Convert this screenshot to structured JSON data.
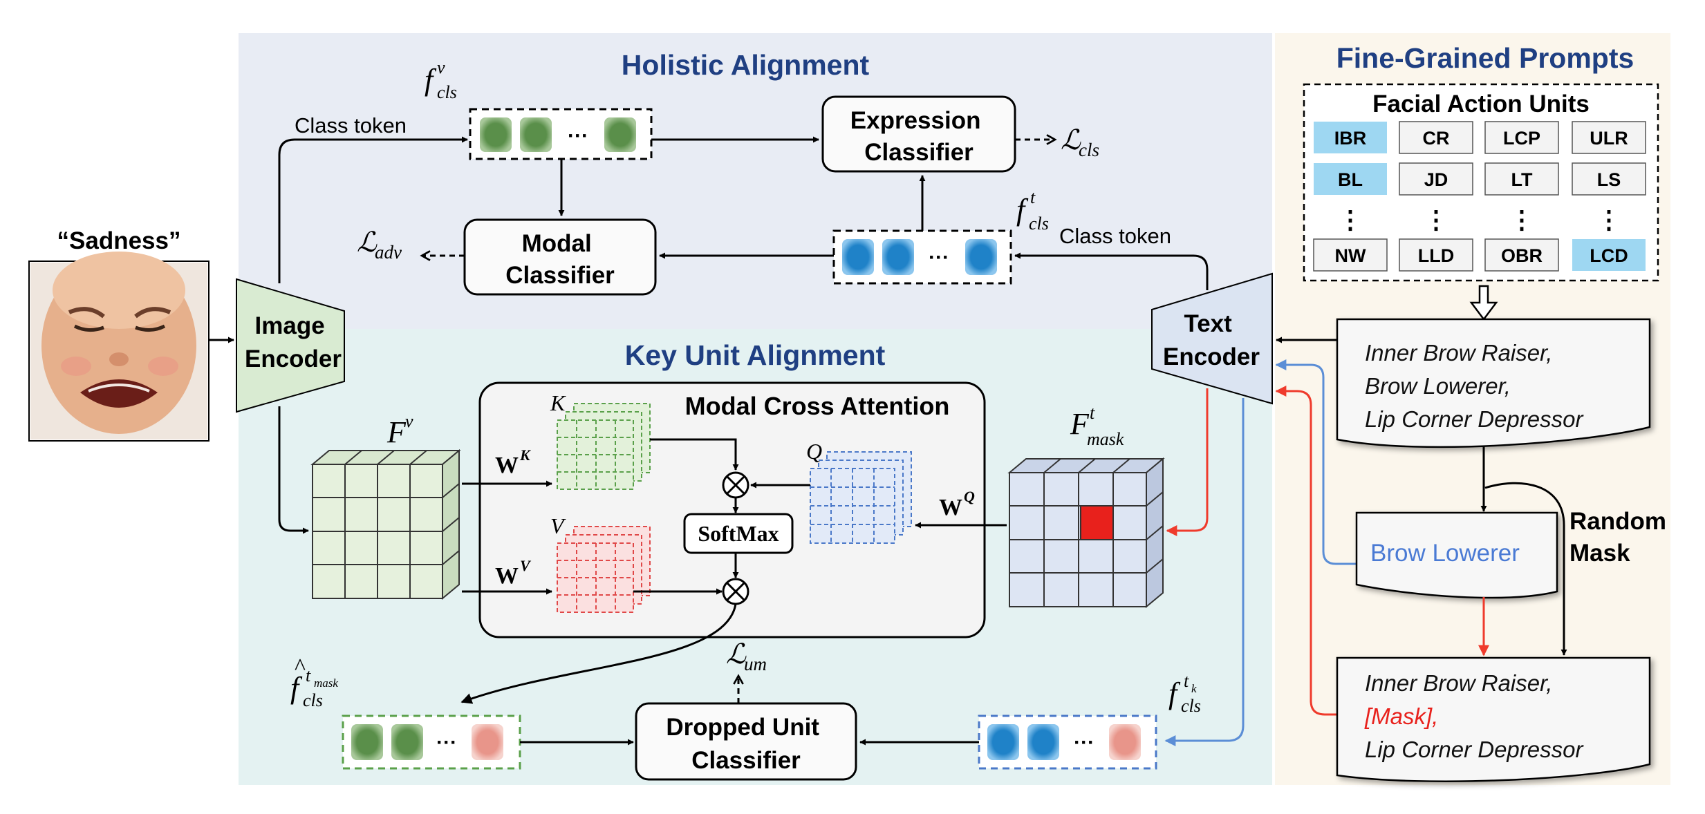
{
  "sections": {
    "holistic": "Holistic Alignment",
    "key_unit": "Key Unit Alignment",
    "fine_grained": "Fine-Grained Prompts"
  },
  "input": {
    "label": "“Sadness”",
    "photo": "crying-baby-face"
  },
  "encoders": {
    "image": [
      "Image",
      "Encoder"
    ],
    "text": [
      "Text",
      "Encoder"
    ]
  },
  "holistic": {
    "class_token_left": "Class token",
    "class_token_right": "Class token",
    "expression_classifier": [
      "Expression",
      "Classifier"
    ],
    "modal_classifier": [
      "Modal",
      "Classifier"
    ],
    "f_cls_v": {
      "base": "f",
      "sup": "v",
      "sub": "cls"
    },
    "f_cls_t": {
      "base": "f",
      "sup": "t",
      "sub": "cls"
    },
    "loss_cls": {
      "base": "ℒ",
      "sub": "cls"
    },
    "loss_adv": {
      "base": "ℒ",
      "sub": "adv"
    },
    "ellipsis": "···"
  },
  "key_unit": {
    "mca_title": "Modal Cross Attention",
    "softmax": "SoftMax",
    "F_v": {
      "base": "F",
      "sup": "v"
    },
    "F_mask": {
      "base": "F",
      "sup": "t",
      "sub": "mask"
    },
    "K": "K",
    "Q": "Q",
    "V": "V",
    "WK": {
      "base": "W",
      "sup": "K"
    },
    "WV": {
      "base": "W",
      "sup": "V"
    },
    "WQ": {
      "base": "W",
      "sup": "Q"
    },
    "dropped_unit_classifier": [
      "Dropped Unit",
      "Classifier"
    ],
    "loss_um": {
      "base": "ℒ",
      "sub": "um"
    },
    "f_hat": {
      "base": "f",
      "sup": "t",
      "supsub": "mask",
      "sub": "cls"
    },
    "f_tk": {
      "base": "f",
      "sup": "t",
      "supsub": "k",
      "sub": "cls"
    },
    "otimes": "⊗",
    "ellipsis": "···"
  },
  "prompts": {
    "au_title": "Facial Action Units",
    "au_rows": [
      [
        "IBR",
        "CR",
        "LCP",
        "ULR"
      ],
      [
        "BL",
        "JD",
        "LT",
        "LS"
      ],
      [
        "NW",
        "LLD",
        "OBR",
        "LCD"
      ]
    ],
    "au_highlighted": [
      "IBR",
      "BL",
      "LCD"
    ],
    "vdots": "⋮",
    "prompt_full": [
      "Inner Brow Raiser,",
      "Brow Lowerer,",
      "Lip Corner Depressor"
    ],
    "dropped_unit": "Brow Lowerer",
    "random_mask": [
      "Random",
      "Mask"
    ],
    "prompt_masked": [
      "Inner Brow Raiser,",
      "[Mask],",
      "Lip Corner Depressor"
    ]
  },
  "colors": {
    "holistic_bg": "#e8ecf4",
    "key_unit_bg": "#e4f2f2",
    "prompts_bg": "#fbf6ec",
    "section_title": "#1f3f82",
    "green_token": "#5a8f4a",
    "blue_token": "#1f82c8",
    "pink_token": "#e8958a",
    "au_highlight": "#9ed7f2",
    "red_arrow": "#ef3b2c",
    "blue_arrow": "#5b8ed6",
    "mask_red": "#e8211c"
  }
}
